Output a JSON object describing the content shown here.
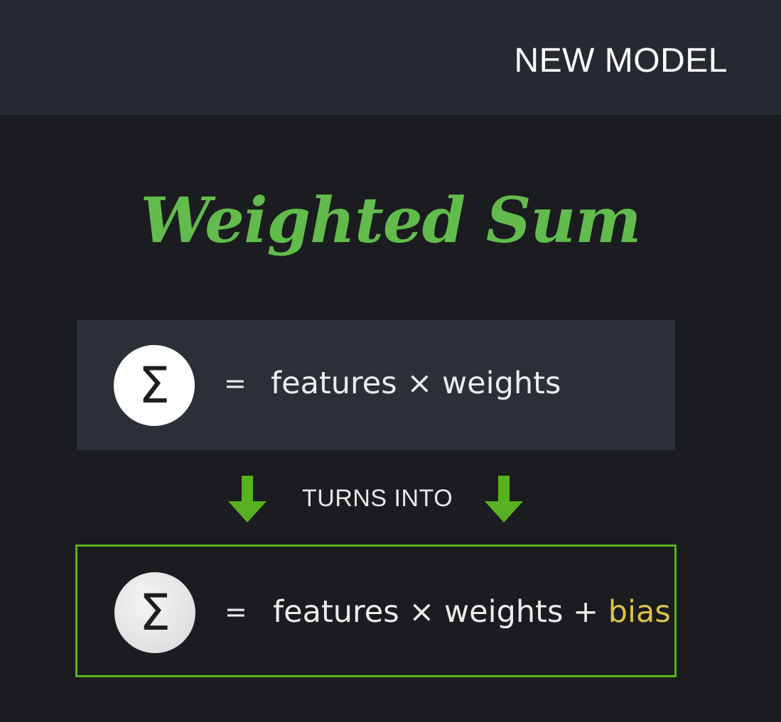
{
  "header": {
    "label": "NEW MODEL"
  },
  "title": "Weighted Sum",
  "colors": {
    "title_green": "#62bb4c",
    "arrow_green": "#5ab11f",
    "bias_yellow": "#d9c34a",
    "background": "#1a1c1f",
    "header_background": "#262a30",
    "top_box_background": "#2b3036"
  },
  "formula_before": {
    "symbol": "Σ",
    "equals": "=",
    "expression": "features × weights"
  },
  "transition": {
    "label": "TURNS INTO",
    "left_icon": "down-arrow-icon",
    "right_icon": "down-arrow-icon"
  },
  "formula_after": {
    "symbol": "Σ",
    "equals": "=",
    "expression": "features × weights +",
    "highlight": "bias"
  }
}
